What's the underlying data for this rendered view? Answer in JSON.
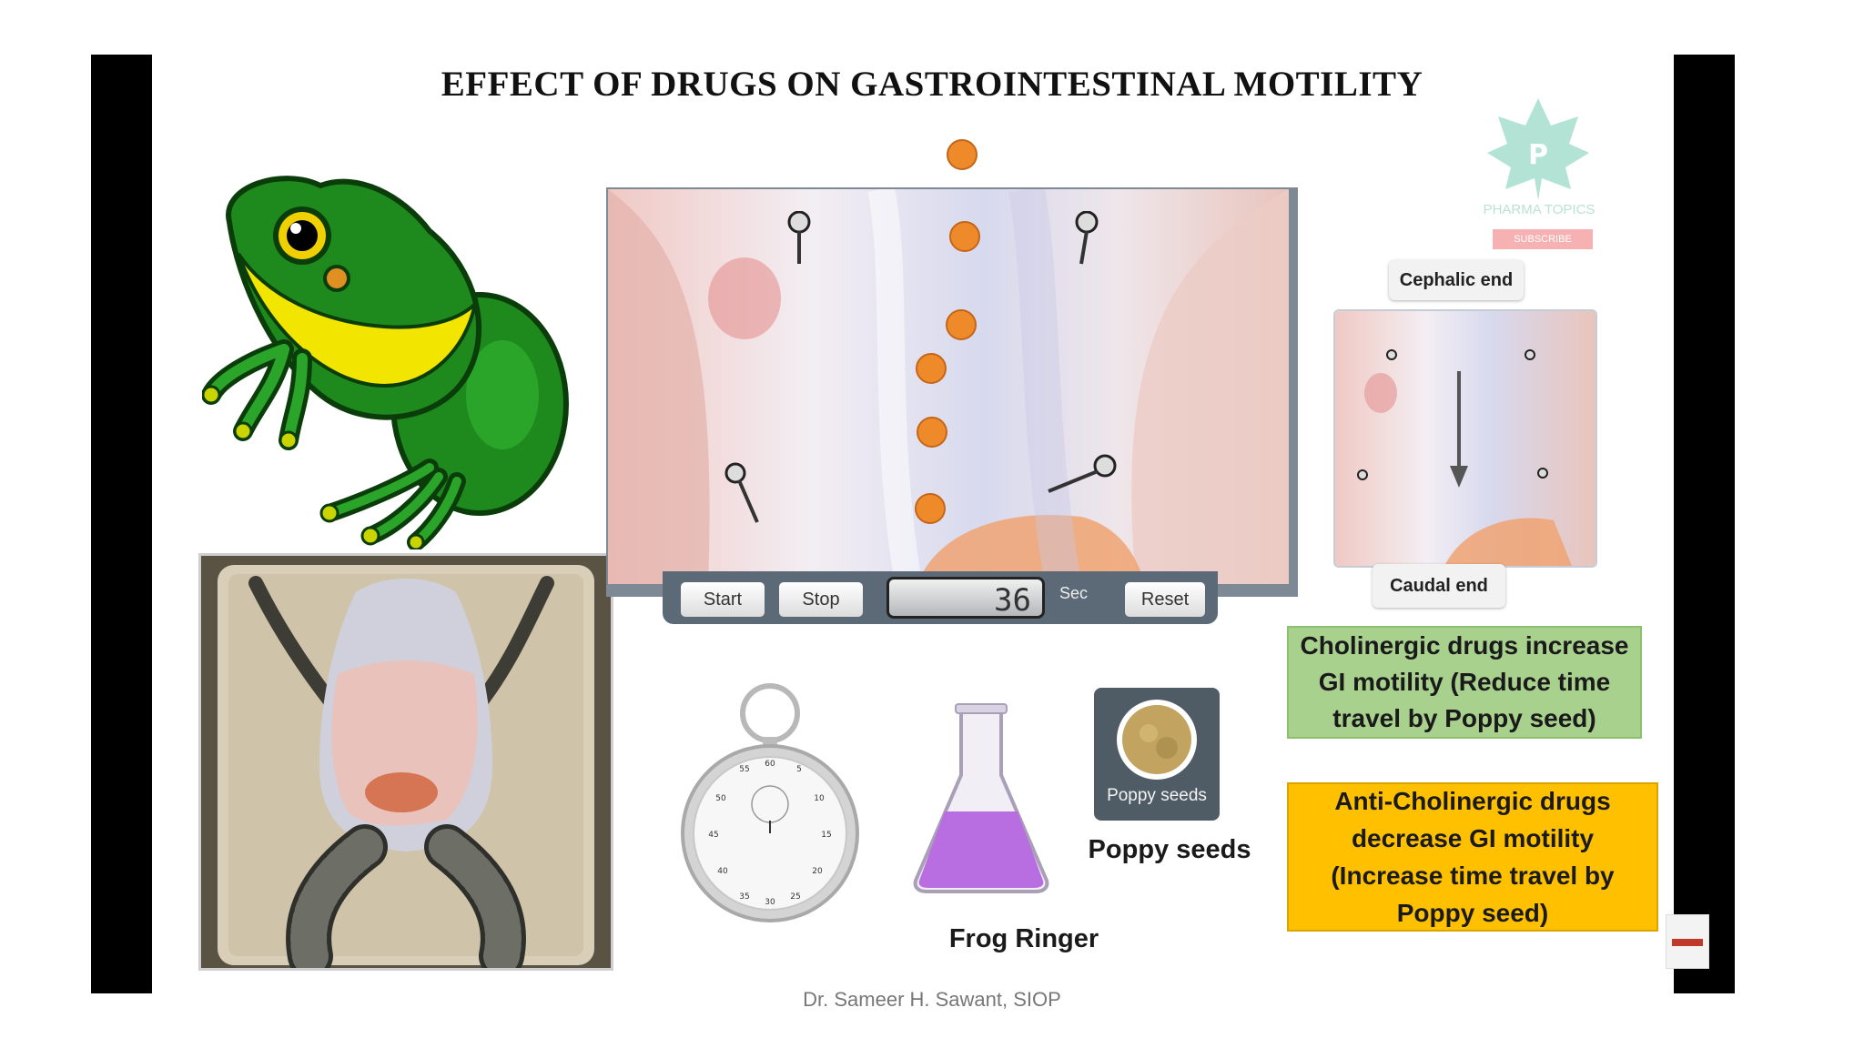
{
  "slide": {
    "title": "EFFECT OF DRUGS ON GASTROINTESTINAL MOTILITY",
    "footer": "Dr. Sameer H. Sawant, SIOP"
  },
  "timer": {
    "start_label": "Start",
    "stop_label": "Stop",
    "value": "36",
    "unit": "Sec",
    "reset_label": "Reset"
  },
  "diagram": {
    "cephalic_label": "Cephalic end",
    "caudal_label": "Caudal end"
  },
  "notes": {
    "cholinergic": "Cholinergic drugs increase GI motility (Reduce time travel by Poppy seed)",
    "anticholinergic": "Anti-Cholinergic drugs decrease GI motility (Increase time travel by Poppy seed)"
  },
  "materials": {
    "poppy_card_label": "Poppy seeds",
    "poppy_caption": "Poppy seeds",
    "ringer_caption": "Frog Ringer"
  },
  "stopwatch": {
    "numbers": [
      "55",
      "60",
      "5",
      "10",
      "15",
      "20",
      "25",
      "30",
      "35",
      "40",
      "45",
      "50"
    ]
  },
  "watermark": {
    "brand": "PHARMA TOPICS",
    "button": "SUBSCRIBE",
    "letter": "P"
  },
  "colors": {
    "seed_dot": "#ef8a2a",
    "cholinergic_box": "#a9d18e",
    "anticholinergic_box": "#ffc000",
    "frog_green": "#1e8a1e",
    "frog_yellow": "#f2e600",
    "ringer_liquid": "#b86ee0"
  },
  "icons": {
    "frog": "frog-cartoon-icon",
    "stopwatch": "stopwatch-icon",
    "flask": "conical-flask-icon",
    "pin": "dissection-pin-icon",
    "arrow": "down-arrow-icon"
  }
}
